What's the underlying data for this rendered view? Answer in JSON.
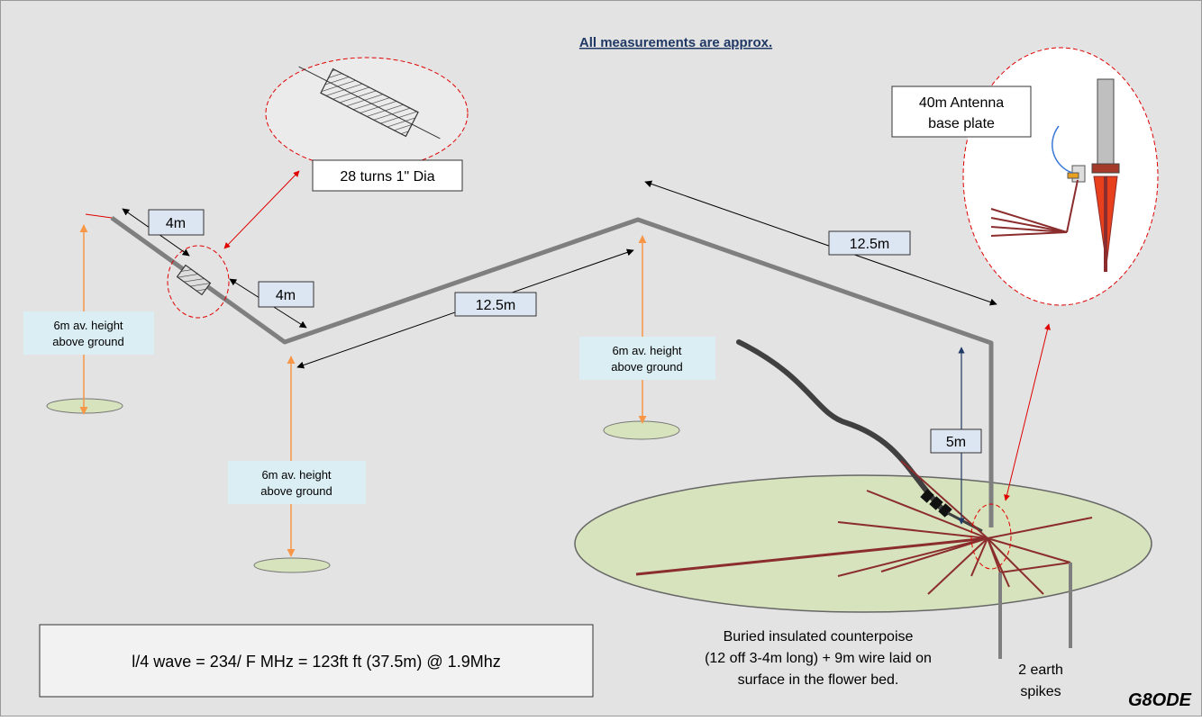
{
  "header": {
    "title": "All measurements are approx."
  },
  "labels": {
    "coil": "28 turns 1\" Dia",
    "base_plate_1": "40m Antenna",
    "base_plate_2": "base plate",
    "seg_4m_a": "4m",
    "seg_4m_b": "4m",
    "seg_12_5_a": "12.5m",
    "seg_12_5_b": "12.5m",
    "seg_5m": "5m",
    "height_1_line1": "6m av. height",
    "height_1_line2": "above ground",
    "height_2_line1": "6m av. height",
    "height_2_line2": "above ground",
    "height_3_line1": "6m av. height",
    "height_3_line2": "above ground",
    "counterpoise_1": "Buried insulated counterpoise",
    "counterpoise_2": "(12 off 3-4m long)  +  9m wire laid on",
    "counterpoise_3": "surface  in the flower bed.",
    "earth_1": "2 earth",
    "earth_2": "spikes",
    "formula": "l/4 wave = 234/ F MHz = 123ft ft (37.5m)  @ 1.9Mhz",
    "signature": "G8ODE"
  },
  "colors": {
    "background": "#e3e3e3",
    "wire": "#7f7f7f",
    "coax": "#404040",
    "label_box": "#dce6f2",
    "height_box": "#dbeef4",
    "ground": "#d6e3bc",
    "orange_arrow": "#f79646",
    "red_arrow": "#e00000",
    "navy_arrow": "#1f3864",
    "radial": "#8b2d2d",
    "title": "#1f3864"
  }
}
